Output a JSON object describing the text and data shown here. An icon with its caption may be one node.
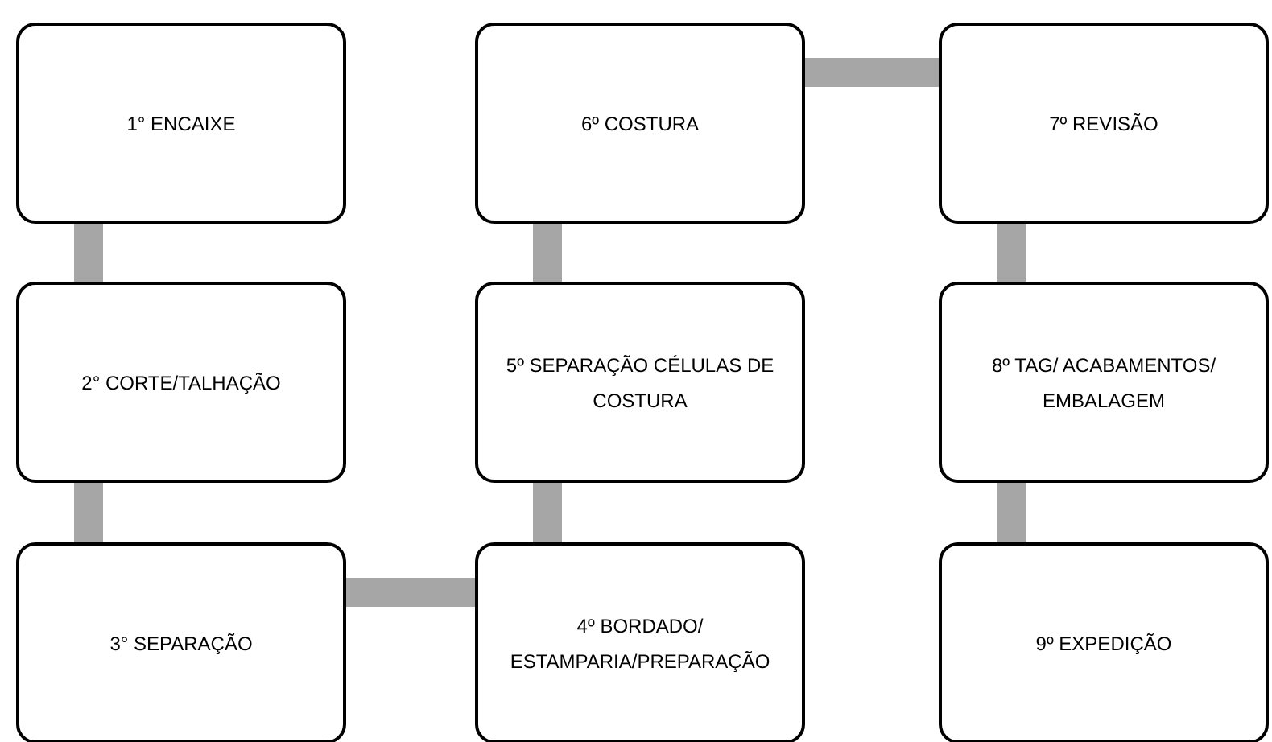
{
  "diagram": {
    "nodes": [
      {
        "text": [
          "1° ENCAIXE"
        ]
      },
      {
        "text": [
          "2° CORTE/TALHAÇÃO"
        ]
      },
      {
        "text": [
          "3° SEPARAÇÃO"
        ]
      },
      {
        "text": [
          "4º BORDADO/ ESTAMPARIA/PREPARAÇÃO"
        ]
      },
      {
        "text": [
          "5º SEPARAÇÃO CÉLULAS DE COSTURA"
        ]
      },
      {
        "text": [
          "6º COSTURA"
        ]
      },
      {
        "text": [
          "7º REVISÃO"
        ]
      },
      {
        "text": [
          "8º TAG/ ACABAMENTOS/ EMBALAGEM"
        ]
      },
      {
        "text": [
          "9º EXPEDIÇÃO"
        ]
      }
    ],
    "edges": [
      {
        "from": 0,
        "to": 1,
        "arrow": "none"
      },
      {
        "from": 1,
        "to": 2,
        "arrow": "none"
      },
      {
        "from": 2,
        "to": 3,
        "arrow": "none"
      },
      {
        "from": 3,
        "to": 4,
        "arrow": "none"
      },
      {
        "from": 4,
        "to": 5,
        "arrow": "none"
      },
      {
        "from": 5,
        "to": 6,
        "arrow": "none"
      },
      {
        "from": 6,
        "to": 7,
        "arrow": "none"
      },
      {
        "from": 7,
        "to": 8,
        "arrow": "none"
      }
    ]
  }
}
